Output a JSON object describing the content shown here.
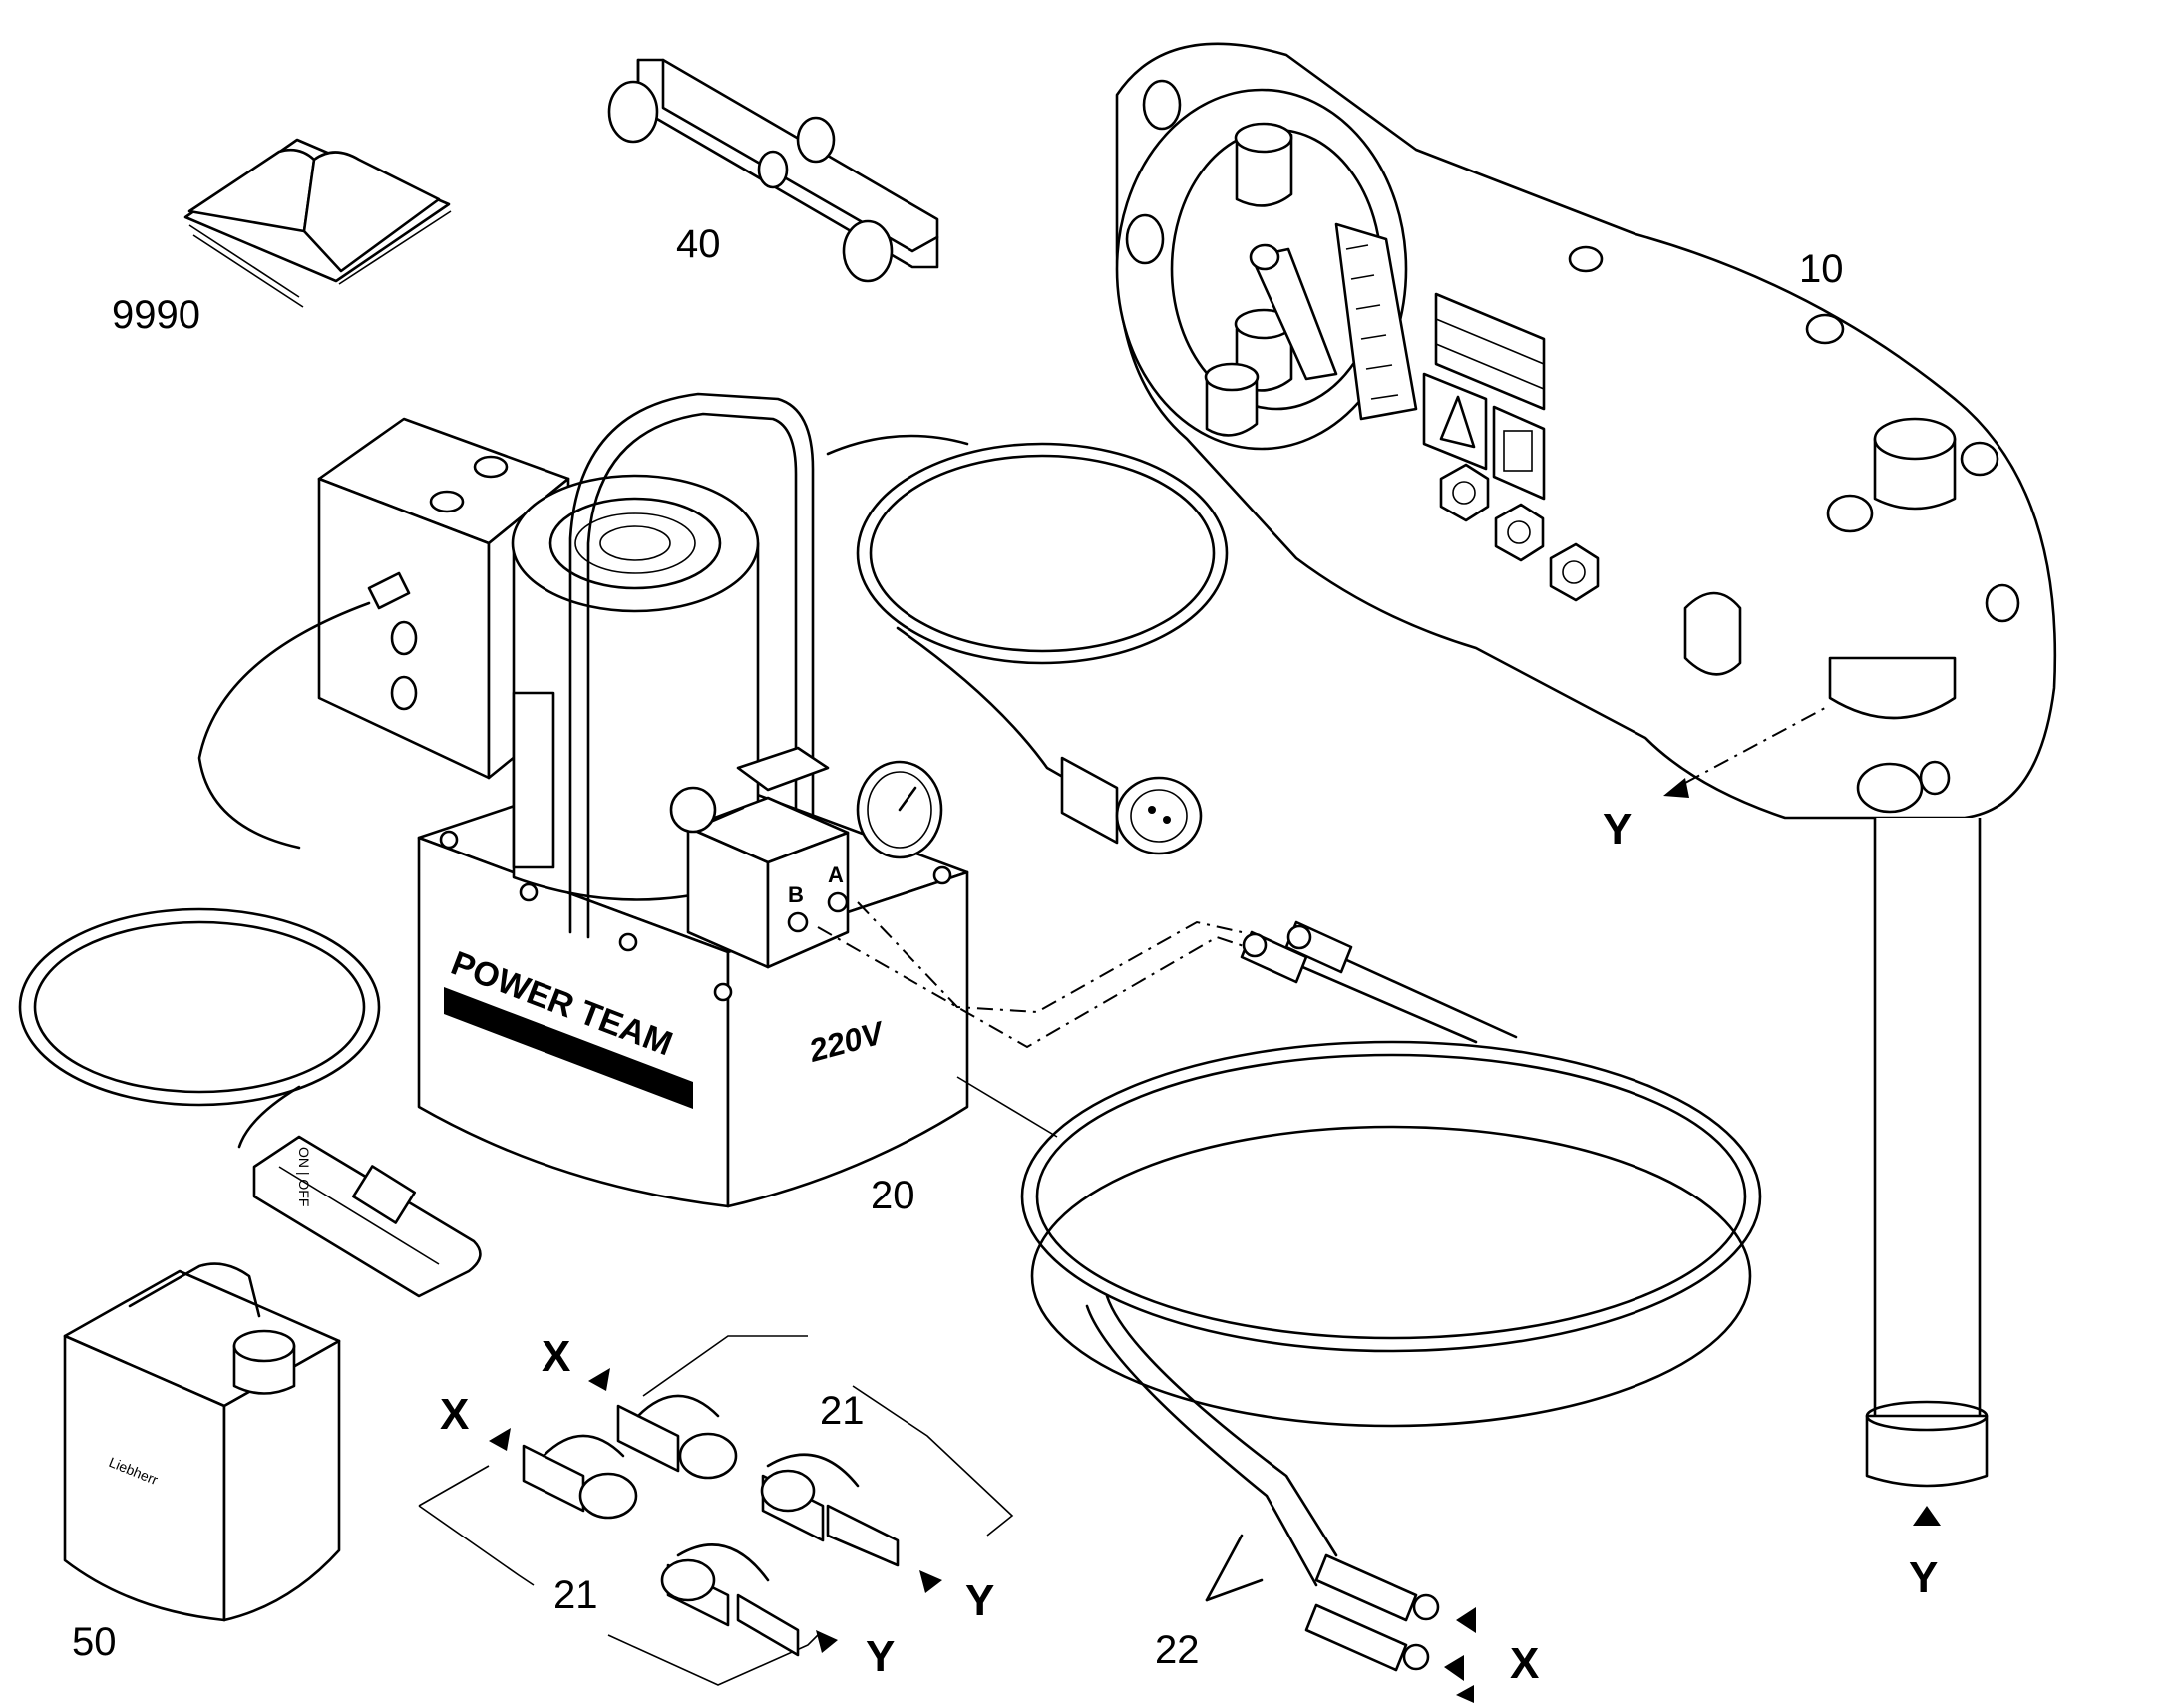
{
  "parts": {
    "manual": "9990",
    "bar_tool": "40",
    "torque_wrench": "10",
    "pump_unit": "20",
    "couplings_top": "21",
    "couplings_bottom": "21",
    "hoses": "22",
    "canister": "50"
  },
  "pump": {
    "brand": "POWER TEAM",
    "voltage": "220V",
    "port_a": "A",
    "port_b": "B"
  },
  "canister_label": "Liebherr",
  "connection_markers": {
    "x1": "X",
    "x2": "X",
    "x3": "X",
    "y1": "Y",
    "y2": "Y",
    "y3": "Y",
    "y4": "Y"
  }
}
